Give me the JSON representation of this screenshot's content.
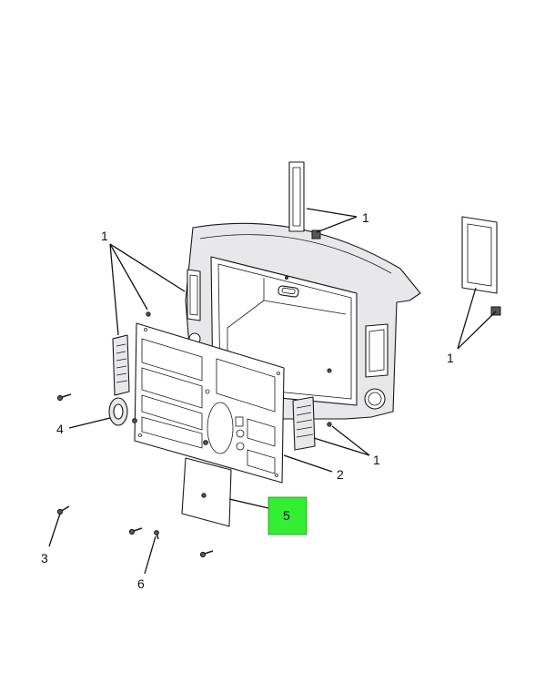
{
  "callouts": {
    "c1a": "1",
    "c1b": "1",
    "c1c": "1",
    "c1d": "1",
    "c2": "2",
    "c3": "3",
    "c4": "4",
    "c5": "5",
    "c6": "6"
  },
  "colors": {
    "highlight": "#33ee33",
    "line": "#1a1a1a",
    "panel_fill": "#e8e8ea"
  }
}
